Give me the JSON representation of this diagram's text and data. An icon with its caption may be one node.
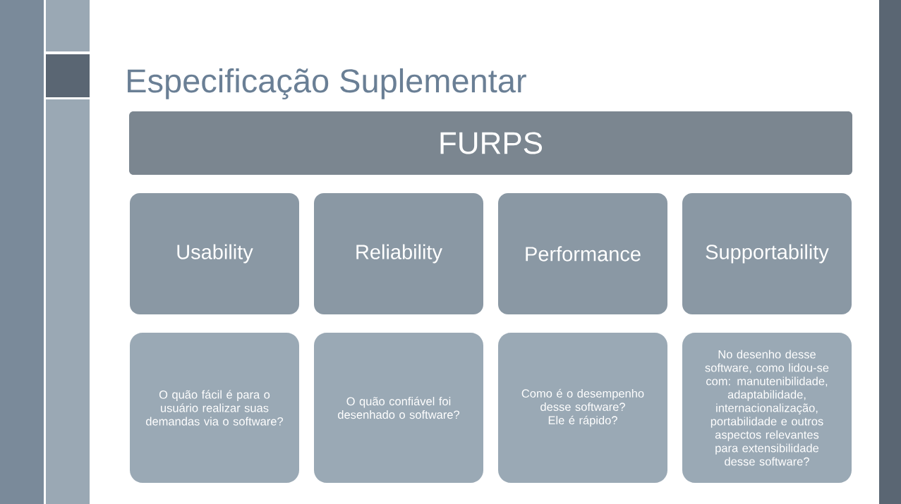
{
  "diagram": {
    "title": "Especificação Suplementar",
    "nodes": [
      {
        "text": [
          "FURPS"
        ]
      },
      {
        "text": [
          "Usability"
        ]
      },
      {
        "text": [
          "Reliability"
        ]
      },
      {
        "text": [
          "Performance"
        ]
      },
      {
        "text": [
          "Supportability"
        ]
      },
      {
        "text": [
          "O quão fácil é para o usuário realizar suas demandas via o software?"
        ]
      },
      {
        "text": [
          "O quão confiável foi desenhado o software?"
        ]
      },
      {
        "text": [
          "Como é o desempenho desse software? Ele é rápido?"
        ]
      },
      {
        "text": [
          "No desenho desse software, como lidou-se com: manutenibilidade, adaptabilidade, internacionalização, portabilidade e outros aspectos relevantes para extensibilidade desse software?"
        ]
      }
    ]
  }
}
